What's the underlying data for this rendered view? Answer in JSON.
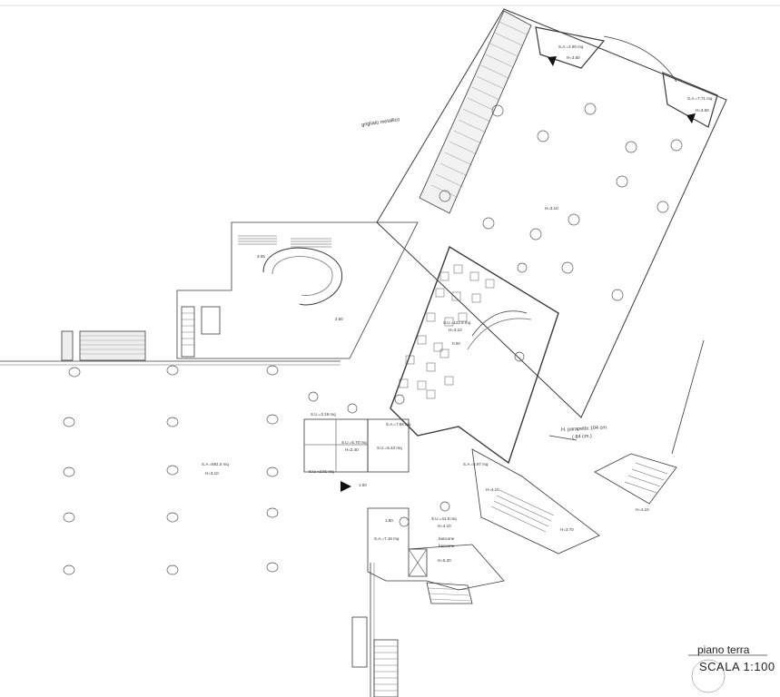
{
  "title": {
    "name": "piano terra",
    "scale": "SCALA 1:100"
  },
  "callouts": {
    "grigliato": "grigliato metallico",
    "parapetto_line1": "H. parapetto 104 cm.",
    "parapetto_line2": "( 84 cm.)",
    "bancone_line1": "bancone",
    "bancone_line2": "bancone"
  },
  "rooms": {
    "sa_top_left": {
      "area": "S.A.=4.90 mq",
      "height": "H=3.60"
    },
    "sa_top_right": {
      "area": "S.A.=7.71 mq",
      "height": "H=3.60"
    },
    "sa_terrace": {
      "height": "H=3.10"
    },
    "sa_west": {
      "area": "S.A.=681.0 mq",
      "height": "H=3.10"
    },
    "su_bar": {
      "area": "S.U.=122.8 mq",
      "height": "H=3.10"
    },
    "su_small_1": {
      "area": "S.U.=3.19 mq"
    },
    "su_small_2": {
      "area": "S.U.=5.70 mq",
      "height": "H=2.40"
    },
    "su_small_3": {
      "area": "S.U.=2.01 mq"
    },
    "su_small_4": {
      "area": "S.U.=5.42 mq"
    },
    "sa_small_5": {
      "area": "S.A.=7.86 mq"
    },
    "sa_corr": {
      "area": "S.A.=5.97 mq"
    },
    "su_lobby": {
      "area": "S.U.=41.9 mq",
      "height": "H=4.10"
    },
    "sa_south": {
      "area": "S.A.=7.16 mq"
    },
    "h_lobby2": {
      "height": "H=4.10"
    },
    "h_stair_s": {
      "height": "H=5.30"
    },
    "h_stair_e": {
      "height": "H=3.70"
    },
    "h_right": {
      "height": "H=4.10"
    }
  },
  "dims": {
    "d1": "3.05",
    "d2": "2.50",
    "d3": "1.90",
    "d4": "1.00",
    "d5": "0.00"
  }
}
